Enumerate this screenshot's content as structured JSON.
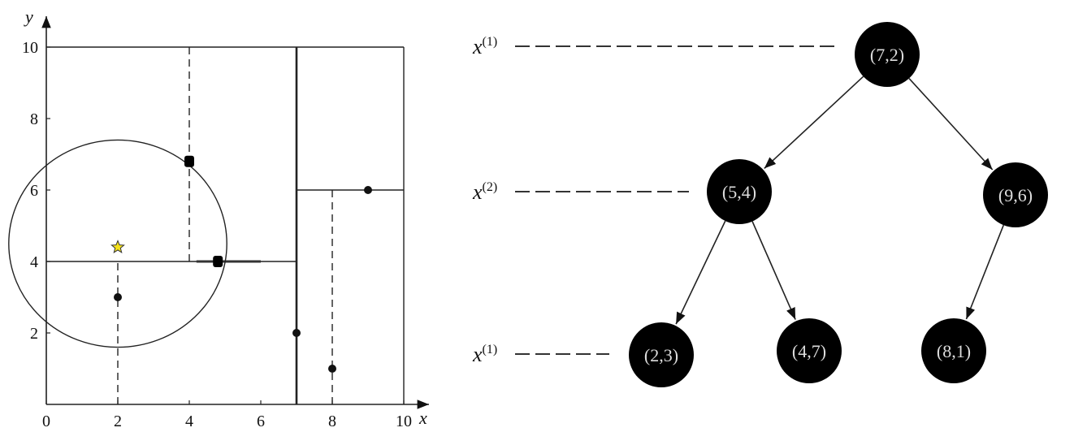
{
  "plot": {
    "xlabel": "x",
    "ylabel": "y",
    "xlim": [
      0,
      10
    ],
    "ylim": [
      0,
      10
    ],
    "xticks": [
      "0",
      "2",
      "4",
      "6",
      "8",
      "10"
    ],
    "yticks": [
      "2",
      "4",
      "6",
      "8",
      "10"
    ],
    "points": [
      {
        "x": 2,
        "y": 3,
        "marker": "dot"
      },
      {
        "x": 4.8,
        "y": 4,
        "marker": "square"
      },
      {
        "x": 4,
        "y": 6.8,
        "marker": "square"
      },
      {
        "x": 7,
        "y": 2,
        "marker": "dot"
      },
      {
        "x": 8,
        "y": 1,
        "marker": "dot"
      },
      {
        "x": 9,
        "y": 6,
        "marker": "dot"
      }
    ],
    "query_point": {
      "x": 2,
      "y": 4.4,
      "marker": "star",
      "color": "#f5e21b"
    },
    "search_circle": {
      "cx": 2,
      "cy": 4.5,
      "rx": 3.05,
      "ry": 2.9
    },
    "splits": [
      {
        "axis": "x",
        "at": 7,
        "from": 0,
        "to": 10,
        "style": "solid-thick"
      },
      {
        "axis": "y",
        "at": 4,
        "from": 0,
        "to": 7,
        "style": "solid"
      },
      {
        "axis": "y",
        "at": 6,
        "from": 7,
        "to": 10,
        "style": "solid"
      },
      {
        "axis": "x",
        "at": 2,
        "from": 0,
        "to": 4,
        "style": "dashed"
      },
      {
        "axis": "x",
        "at": 4,
        "from": 4,
        "to": 10,
        "style": "dashed"
      },
      {
        "axis": "x",
        "at": 8,
        "from": 0,
        "to": 6,
        "style": "dashed"
      }
    ],
    "highlight_segment": {
      "axis": "y",
      "at": 4,
      "from": 4.2,
      "to": 6
    }
  },
  "tree": {
    "levels": [
      {
        "base": "x",
        "sup": "(1)"
      },
      {
        "base": "x",
        "sup": "(2)"
      },
      {
        "base": "x",
        "sup": "(1)"
      }
    ],
    "nodes": [
      {
        "id": "n72",
        "label": "(7,2)",
        "level": 0
      },
      {
        "id": "n54",
        "label": "(5,4)",
        "level": 1,
        "parent": "n72"
      },
      {
        "id": "n96",
        "label": "(9,6)",
        "level": 1,
        "parent": "n72"
      },
      {
        "id": "n23",
        "label": "(2,3)",
        "level": 2,
        "parent": "n54"
      },
      {
        "id": "n47",
        "label": "(4,7)",
        "level": 2,
        "parent": "n54"
      },
      {
        "id": "n81",
        "label": "(8,1)",
        "level": 2,
        "parent": "n96"
      }
    ]
  }
}
